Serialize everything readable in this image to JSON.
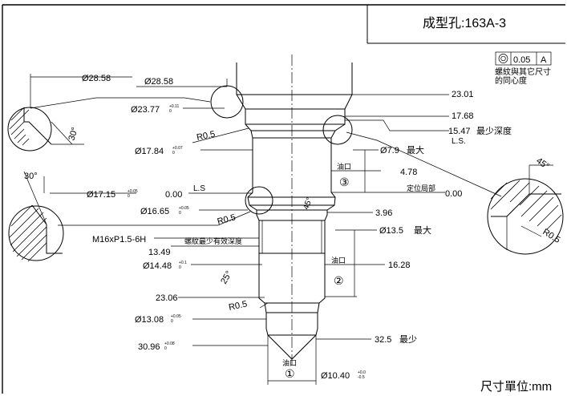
{
  "title_block": {
    "title": "成型孔:163A-3"
  },
  "footer": {
    "units_label": "尺寸單位:mm"
  },
  "tolerance_frame": {
    "symbol_icon": "concentricity-icon",
    "value": "0.05",
    "datum": "A",
    "note_line1": "螺紋與其它尺寸",
    "note_line2": "的同心度"
  },
  "dims": {
    "d28_58_left": "Ø28.58",
    "d28_58_top": "Ø28.58",
    "d23_77": "Ø23.77",
    "d23_77_tol_up": "+0.11",
    "d23_77_tol_lo": "0",
    "r0_5_upper": "R0.5",
    "d17_84": "Ø17.84",
    "d17_84_tol_up": "+0.07",
    "d17_84_tol_lo": "0",
    "d17_15": "Ø17.15",
    "d17_15_tol_up": "+0.05",
    "d17_15_tol_lo": "0",
    "ls_value": "0.00",
    "ls_label": "L.S",
    "d16_65": "Ø16.65",
    "d16_65_tol_up": "+0.05",
    "d16_65_tol_lo": "0",
    "r0_5_mid": "R0.5",
    "thread": "M16xP1.5-6H",
    "depth_13_49": "13.49",
    "thread_note": "螺紋最少有效深度",
    "d14_48": "Ø14.48",
    "d14_48_tol_up": "+0.1",
    "d14_48_tol_lo": "0",
    "angle_25": "25°",
    "depth_23_06": "23.06",
    "r0_5_lower": "R0.5",
    "d13_08": "Ø13.08",
    "d13_08_tol_up": "+0.05",
    "d13_08_tol_lo": "0",
    "depth_30_96": "30.96",
    "d30_96_tol_up": "+0.08",
    "d30_96_tol_lo": "0",
    "d23_01": "23.01",
    "d17_68": "17.68",
    "d15_47": "15.47",
    "min_depth_note": "最少深度",
    "ls_right": "L.S.",
    "d7_9": "Ø7.9",
    "max_note_1": "最大",
    "oil_port_label_3": "油口",
    "circle_3": "③",
    "d4_78": "4.78",
    "locating_note": "定位局部",
    "zero_right": "0.00",
    "angle_45_mid": "45°",
    "d3_96": "3.96",
    "d13_5": "Ø13.5",
    "max_note_2": "最大",
    "oil_port_label_2": "油口",
    "circle_2": "②",
    "d16_28": "16.28",
    "d32_5": "32.5",
    "min_note": "最少",
    "oil_port_label_1": "油口",
    "circle_1": "①",
    "d10_40": "Ø10.40",
    "d10_40_tol_up": "+0.0",
    "d10_40_tol_lo": "-0.5",
    "detail_angle_30_top": "30°",
    "detail_angle_30_left": "30°",
    "detail_angle_45": "45°",
    "detail_r0_5": "R0.5"
  }
}
